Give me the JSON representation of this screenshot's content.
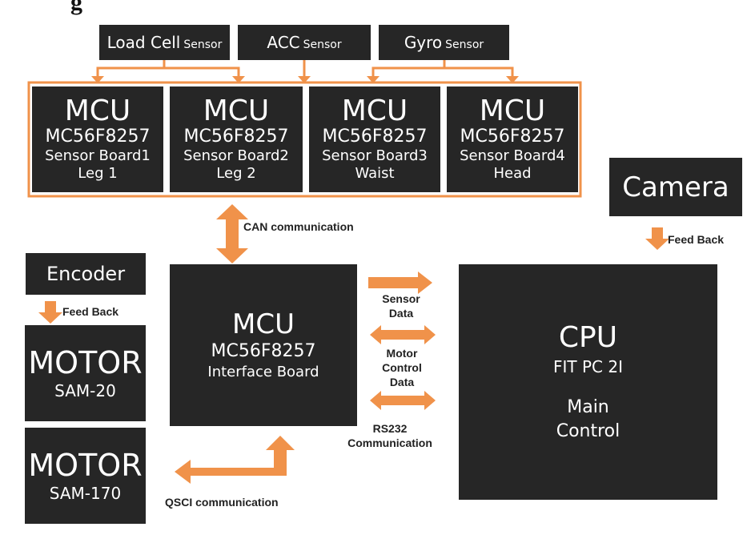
{
  "colors": {
    "box": "#262626",
    "accent": "#f0924a",
    "text": "#ffffff"
  },
  "sensors": [
    {
      "name": "Load Cell",
      "suffix": "Sensor"
    },
    {
      "name": "ACC",
      "suffix": "Sensor"
    },
    {
      "name": "Gyro",
      "suffix": "Sensor"
    }
  ],
  "sensor_boards": [
    {
      "title": "MCU",
      "model": "MC56F8257",
      "board": "Sensor Board1",
      "location": "Leg 1"
    },
    {
      "title": "MCU",
      "model": "MC56F8257",
      "board": "Sensor Board2",
      "location": "Leg 2"
    },
    {
      "title": "MCU",
      "model": "MC56F8257",
      "board": "Sensor Board3",
      "location": "Waist"
    },
    {
      "title": "MCU",
      "model": "MC56F8257",
      "board": "Sensor Board4",
      "location": "Head"
    }
  ],
  "camera": {
    "label": "Camera",
    "feedback": "Feed Back"
  },
  "can_label": "CAN communication",
  "encoder": {
    "label": "Encoder",
    "feedback": "Feed Back"
  },
  "motors": [
    {
      "title": "MOTOR",
      "model": "SAM-20"
    },
    {
      "title": "MOTOR",
      "model": "SAM-170"
    }
  ],
  "interface": {
    "title": "MCU",
    "model": "MC56F8257",
    "board": "Interface Board"
  },
  "links": {
    "sensor_data": [
      "Sensor",
      "Data"
    ],
    "motor_data": [
      "Motor",
      "Control",
      "Data"
    ],
    "rs232": [
      "RS232",
      "Communication"
    ]
  },
  "qsci_label": "QSCI communication",
  "cpu": {
    "title": "CPU",
    "model": "FIT PC 2I",
    "role_line1": "Main",
    "role_line2": "Control"
  }
}
